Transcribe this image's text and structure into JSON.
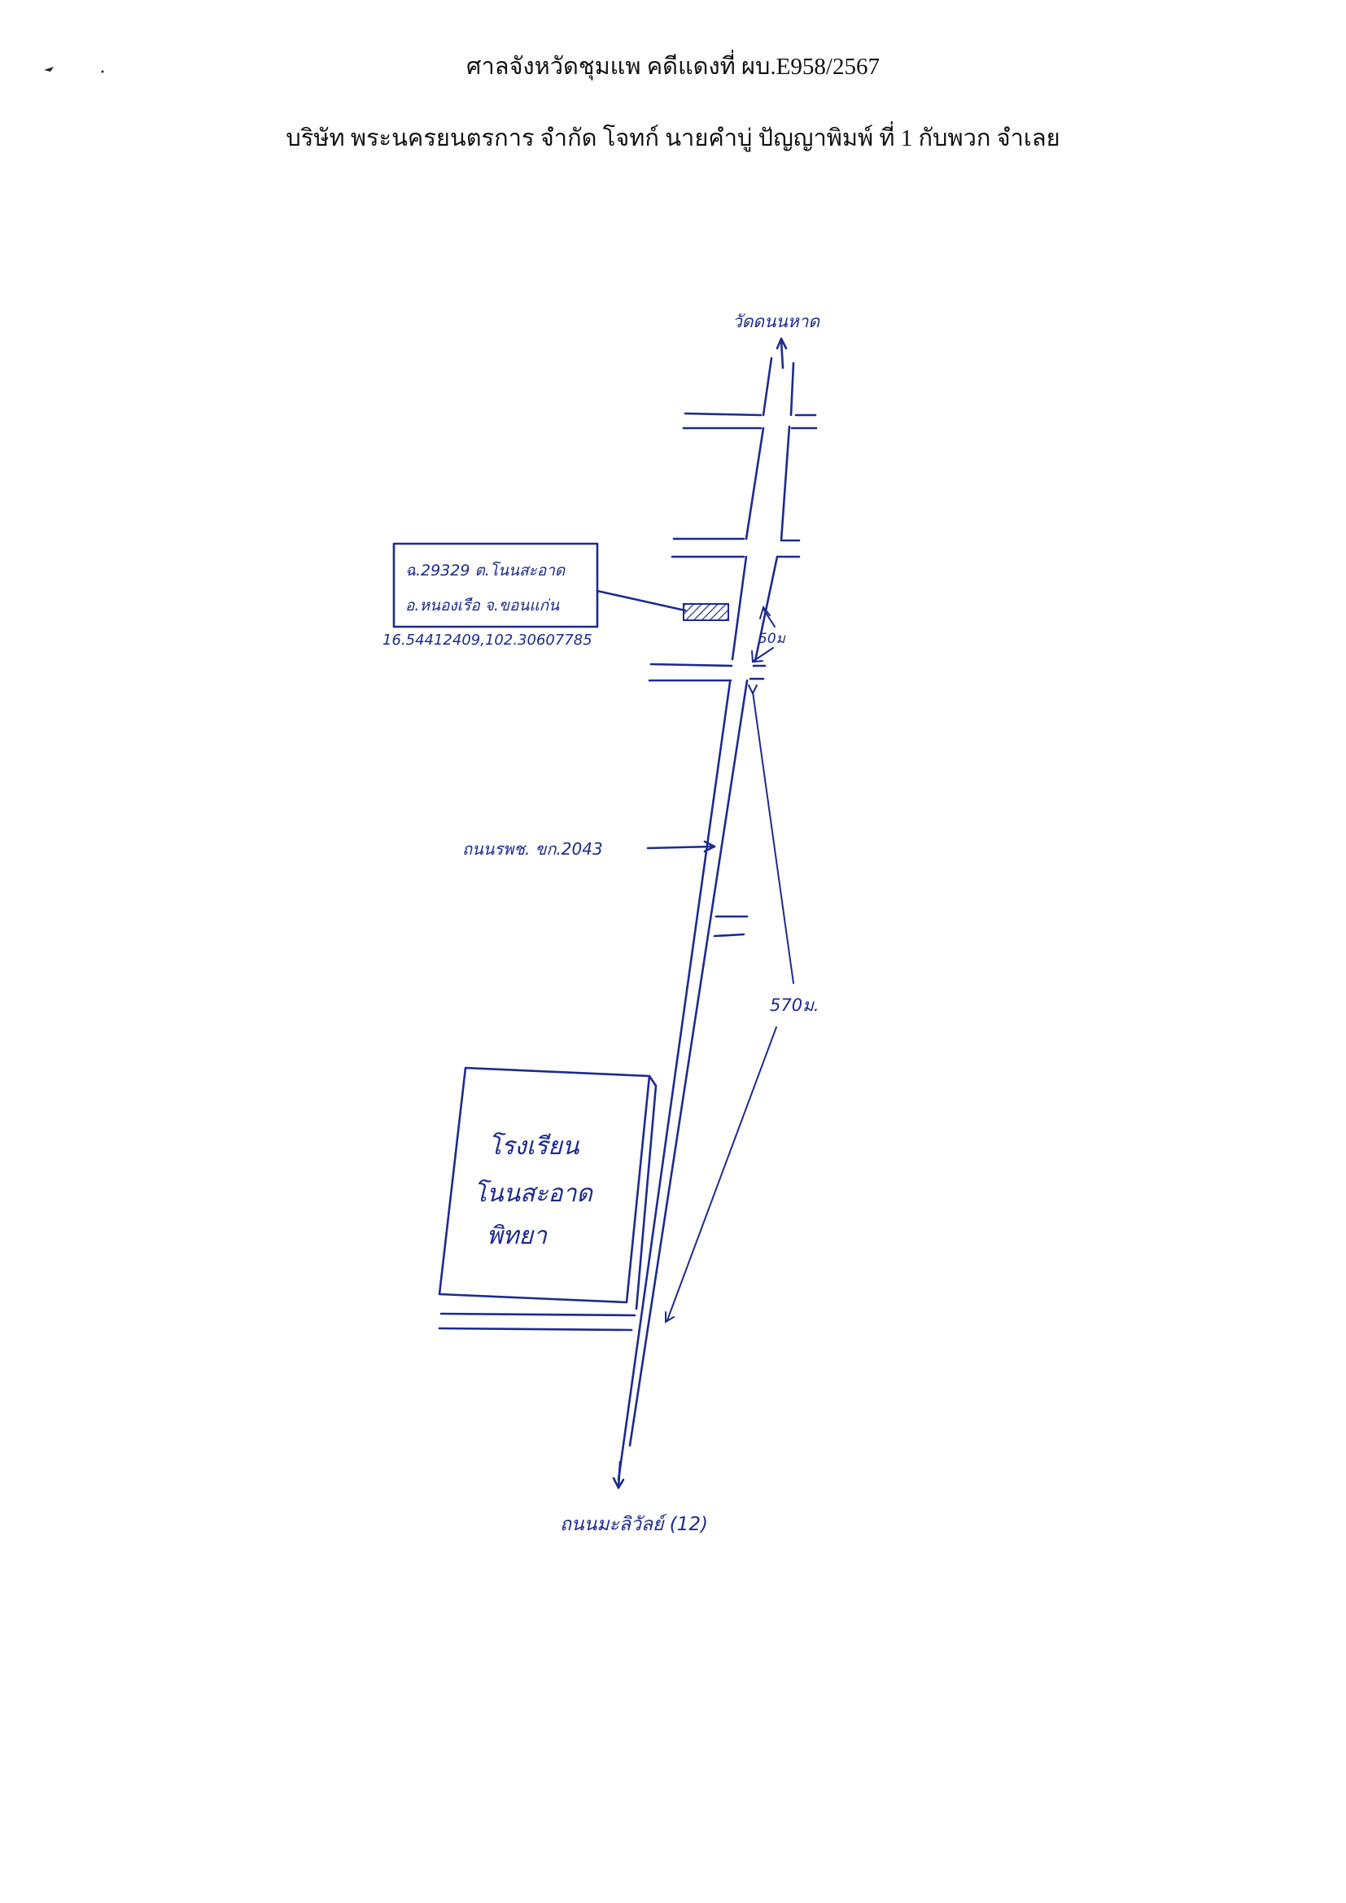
{
  "header": {
    "court_case": "ศาลจังหวัดชุมแพ คดีแดงที่ ผบ.E958/2567",
    "parties": "บริษัท พระนครยนตรการ จำกัด โจทก์ นายคำบู่ ปัญญาพิมพ์ ที่ 1 กับพวก จำเลย"
  },
  "map": {
    "north_label": "วัดดนนหาด",
    "parcel_box": {
      "line1": "ฉ.29329 ต.โนนสะอาด",
      "line2": "อ.หนองเรือ จ.ขอนแก่น",
      "coords": "16.54412409,102.30607785"
    },
    "distance_short": "50ม",
    "road_label": "ถนนรพช. ขก.2043",
    "distance_long": "570ม.",
    "school_label": {
      "line1": "โรงเรียน",
      "line2": "โนนสะอาด",
      "line3": "พิทยา"
    },
    "south_label": "ถนนมะลิวัลย์ (12)",
    "ink_color": "#1d2a8f"
  }
}
